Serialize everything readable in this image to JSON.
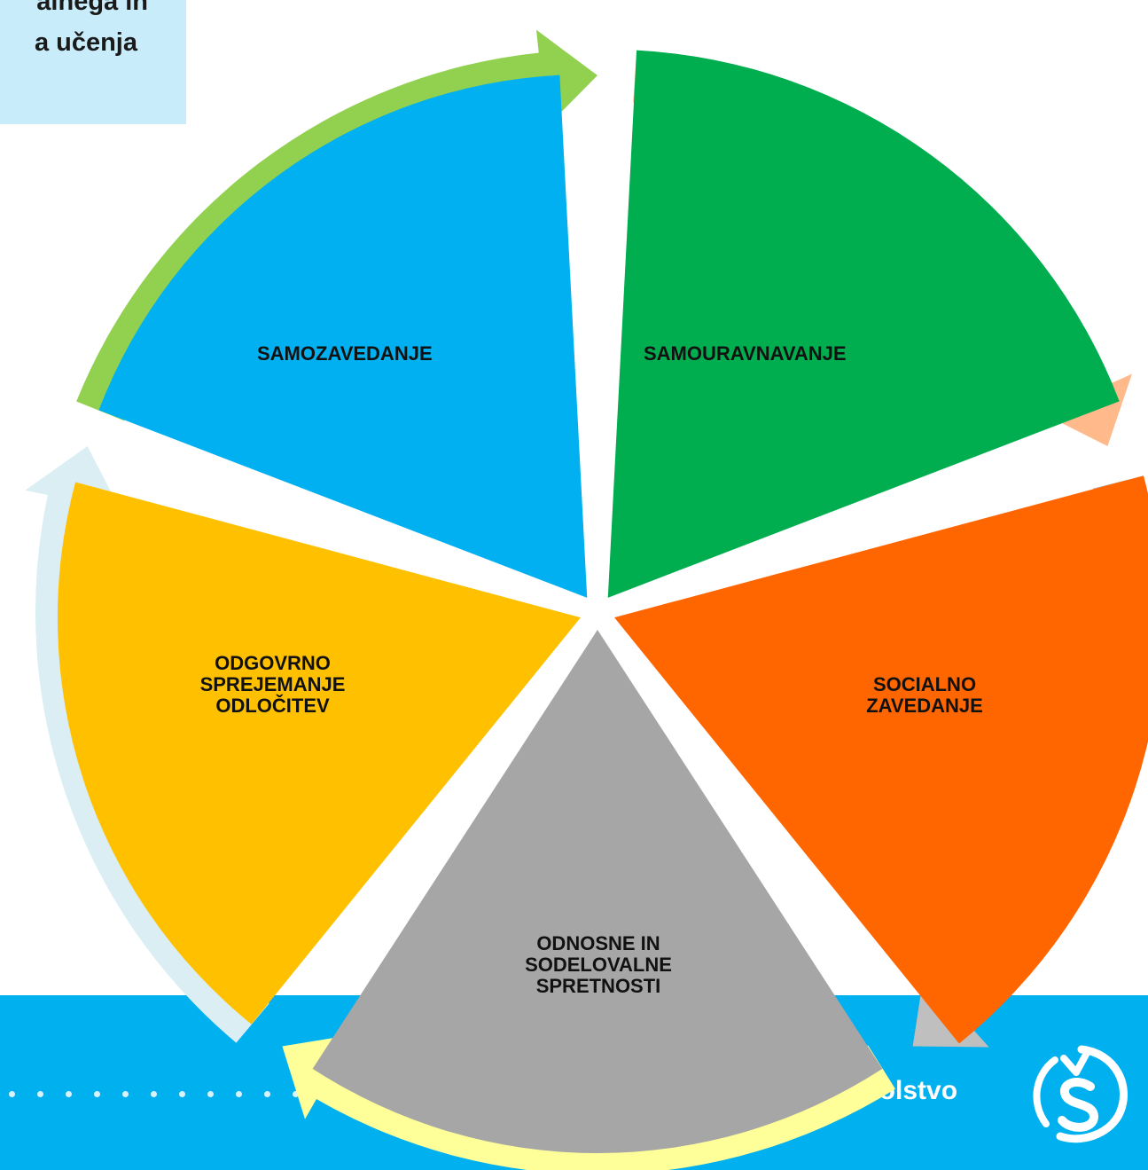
{
  "header": {
    "title_line_1": "alnega in",
    "title_line_2": "a učenja"
  },
  "diagram": {
    "type": "cycle",
    "segments": [
      {
        "id": "samozavedanje",
        "label": "SAMOZAVEDANJE",
        "color": "#00ad4f",
        "arrow_color": "#92d050"
      },
      {
        "id": "samouravnavanje",
        "label": "SAMOURAVNAVANJE",
        "color": "#ff6600",
        "arrow_color": "#ffb98a"
      },
      {
        "id": "socialno-zavedanje",
        "label": "SOCIALNO ZAVEDANJE",
        "color": "#a6a6a6",
        "arrow_color": "#bfbfbf"
      },
      {
        "id": "odnosne-sodelovalne",
        "label": "ODNOSNE IN SODELOVALNE SPRETNOSTI",
        "color": "#ffc000",
        "arrow_color": "#ffff99"
      },
      {
        "id": "odgovorno-odlocanje",
        "label": "ODGOVRNO SPREJEMANJE ODLOČITEV",
        "color": "#00b0f0",
        "arrow_color": "#daeef3"
      }
    ]
  },
  "footer": {
    "brand_text": "šolstvo",
    "logo_icon": "solstvo-logo-icon",
    "band_color": "#00b0ef"
  }
}
